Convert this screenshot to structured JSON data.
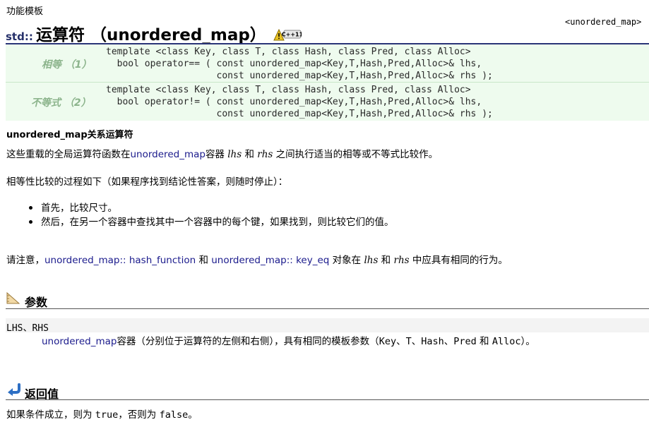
{
  "header": {
    "category": "功能模板",
    "namespace": "std::",
    "title": "运算符 （unordered_map）",
    "badge": "C++11",
    "reference": "<unordered_map>"
  },
  "declarations": [
    {
      "label": "相等 （1）",
      "lines": [
        "template <class Key, class T, class Hash, class Pred, class Alloc>",
        "  bool operator== ( const unordered_map<Key,T,Hash,Pred,Alloc>& lhs,",
        "                    const unordered_map<Key,T,Hash,Pred,Alloc>& rhs );"
      ]
    },
    {
      "label": "不等式 （2）",
      "lines": [
        "template <class Key, class T, class Hash, class Pred, class Alloc>",
        "  bool operator!= ( const unordered_map<Key,T,Hash,Pred,Alloc>& lhs,",
        "                    const unordered_map<Key,T,Hash,Pred,Alloc>& rhs );"
      ]
    }
  ],
  "description": {
    "heading": "unordered_map关系运算符",
    "p1": {
      "a": "这些重载的全局运算符函数在",
      "link": "unordered_map",
      "b": "容器 ",
      "lhs": "lhs",
      "c": " 和 ",
      "rhs": "rhs",
      "d": " 之间执行适当的相等或不等式比较作。"
    },
    "p2": "相等性比较的过程如下（如果程序找到结论性答案，则随时停止）：",
    "bullets": [
      "首先，比较尺寸。",
      "然后，在另一个容器中查找其中一个容器中的每个键，如果找到，则比较它们的值。"
    ],
    "p3": {
      "a": "请注意，",
      "link1": "unordered_map",
      "sep1": ":: ",
      "link2": "hash_function",
      "b": " 和 ",
      "link3": "unordered_map",
      "sep2": ":: ",
      "link4": "key_eq",
      "c": " 对象在 ",
      "lhs": "lhs",
      "d": " 和 ",
      "rhs": "rhs",
      "e": " 中应具有相同的行为。"
    }
  },
  "parameters": {
    "heading": "参数",
    "name": "LHS、RHS",
    "desc_link": "unordered_map",
    "desc_a": "容器（分别位于运算符的左侧和右侧），具有相同的模板参数（",
    "desc_code": "Key、T、Hash、Pred",
    "desc_b": " 和 ",
    "desc_code2": "Alloc",
    "desc_c": "）。"
  },
  "return_value": {
    "heading": "返回值",
    "a": "如果条件成立，则为 ",
    "true_kw": "true",
    "b": "，否则为 ",
    "false_kw": "false",
    "c": "。"
  },
  "colors": {
    "declaration_background": "#eefbee",
    "declaration_label": "#8cb48c",
    "link": "#1a1a8c",
    "header_rule": "#2a3478"
  }
}
